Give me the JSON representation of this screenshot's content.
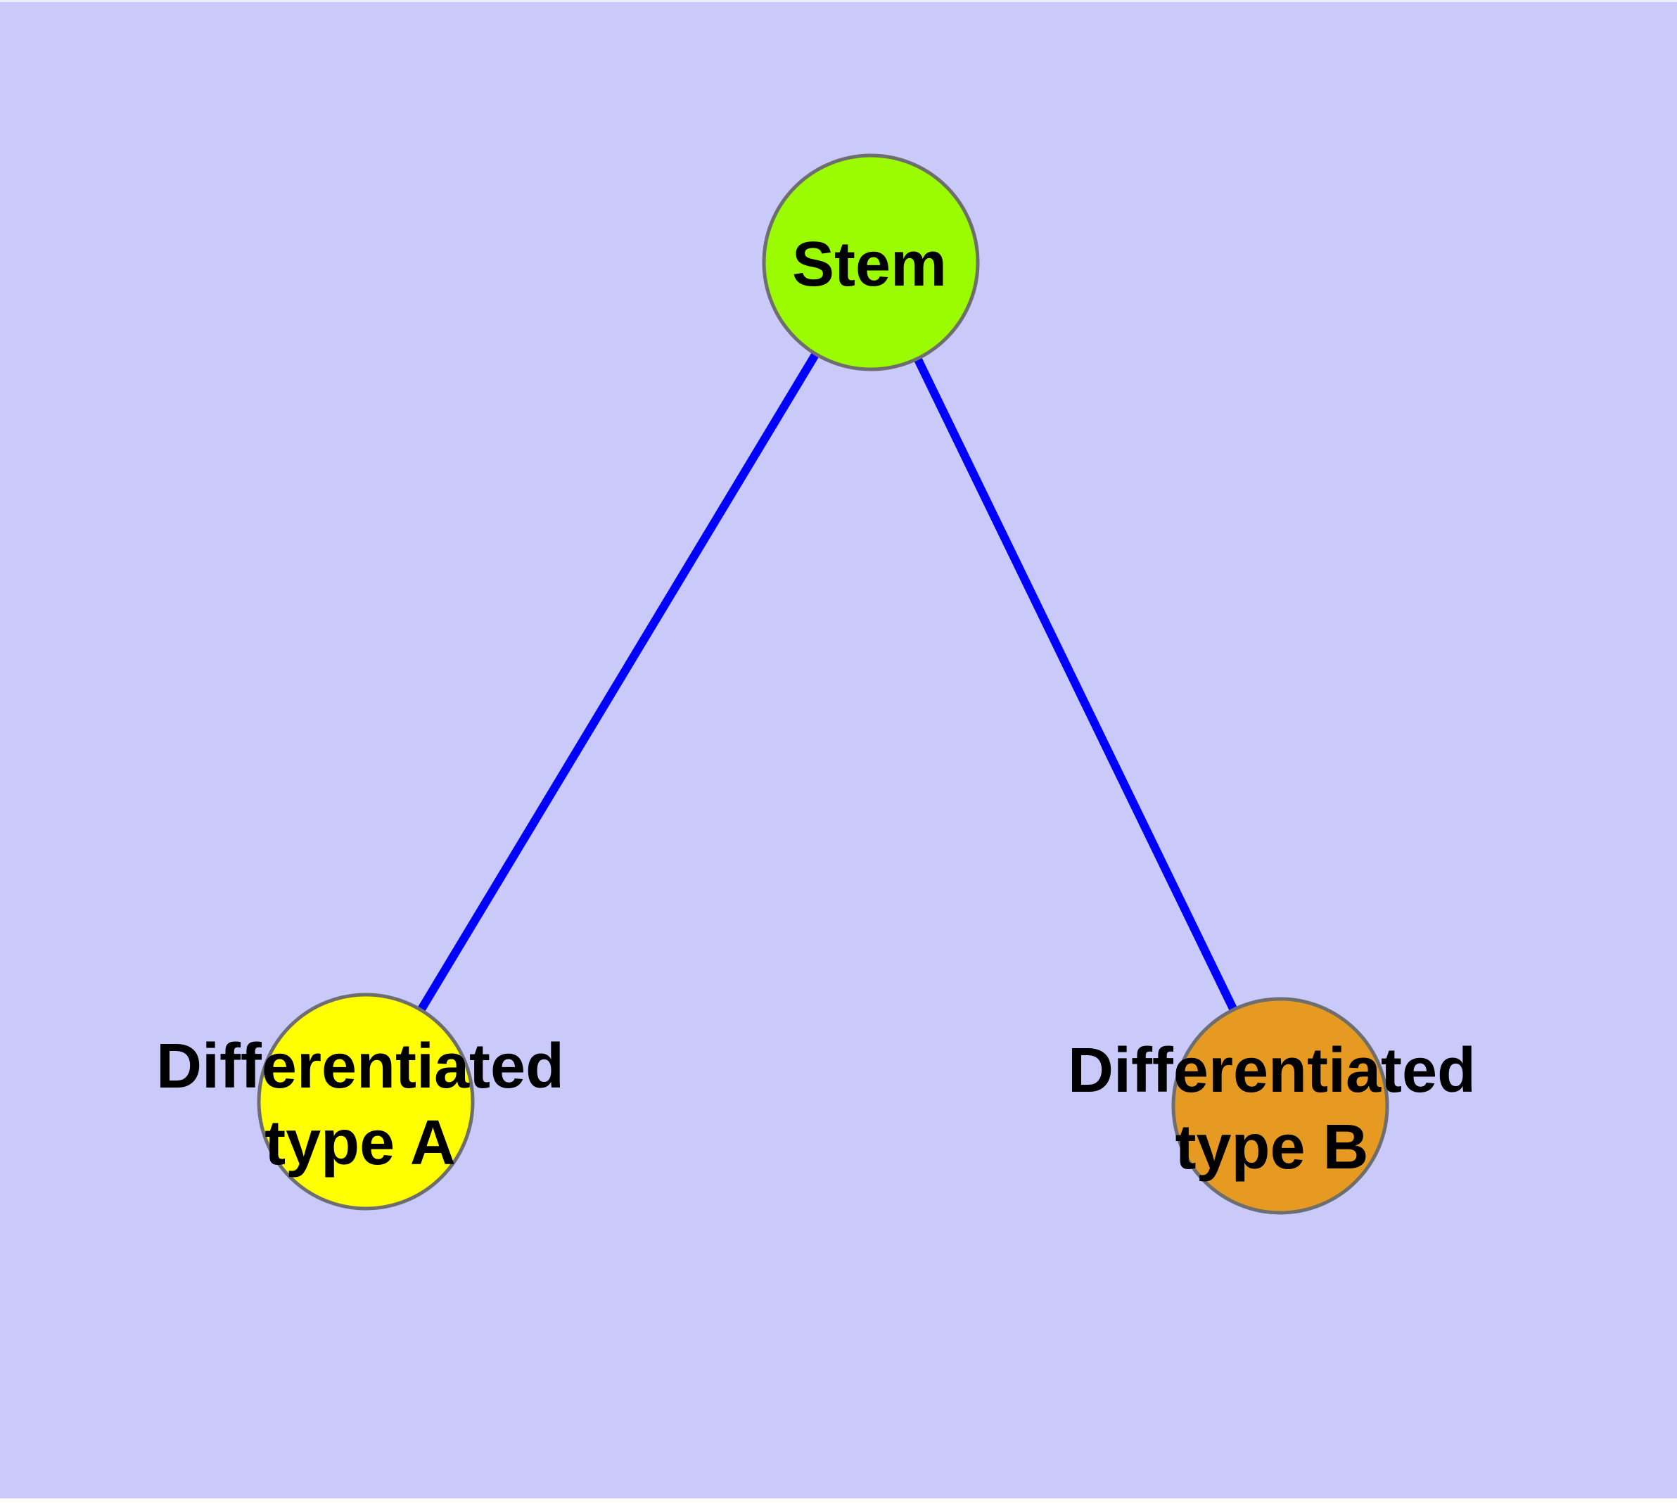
{
  "diagram": {
    "background_color": "#C9C9FA",
    "edge_color": "#0000FF",
    "node_border_color": "#6E6E6E",
    "label_color": "#000000",
    "nodes": [
      {
        "id": "stem",
        "label_lines": [
          "Stem"
        ],
        "color": "#9BFB00"
      },
      {
        "id": "differentiated-type-a",
        "label_lines": [
          "Differentiated",
          "type A"
        ],
        "color": "#FFFF00"
      },
      {
        "id": "differentiated-type-b",
        "label_lines": [
          "Differentiated",
          "type B"
        ],
        "color": "#E69A22"
      }
    ],
    "edges": [
      {
        "from": "Stem",
        "to": "Differentiated type A"
      },
      {
        "from": "Stem",
        "to": "Differentiated type B"
      }
    ]
  }
}
